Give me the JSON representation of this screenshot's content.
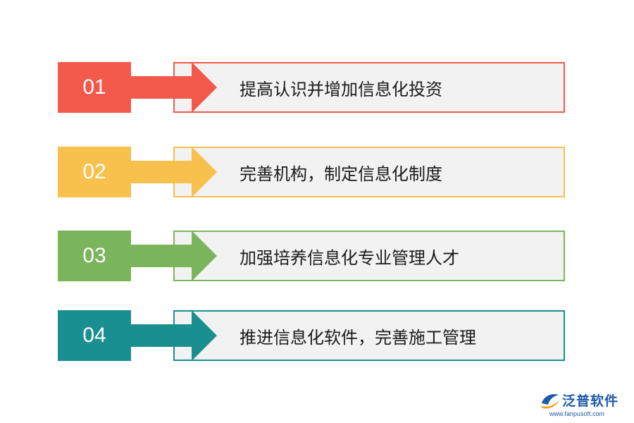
{
  "items": [
    {
      "number": "01",
      "text": "提高认识并增加信息化投资",
      "color": "#f2594b"
    },
    {
      "number": "02",
      "text": "完善机构，制定信息化制度",
      "color": "#f8c04c"
    },
    {
      "number": "03",
      "text": "加强培养信息化专业管理人才",
      "color": "#7ab55c"
    },
    {
      "number": "04",
      "text": "推进信息化软件，完善施工管理",
      "color": "#1a8f8f"
    }
  ],
  "logo": {
    "name": "泛普软件",
    "url": "www.fanpusoft.com"
  }
}
